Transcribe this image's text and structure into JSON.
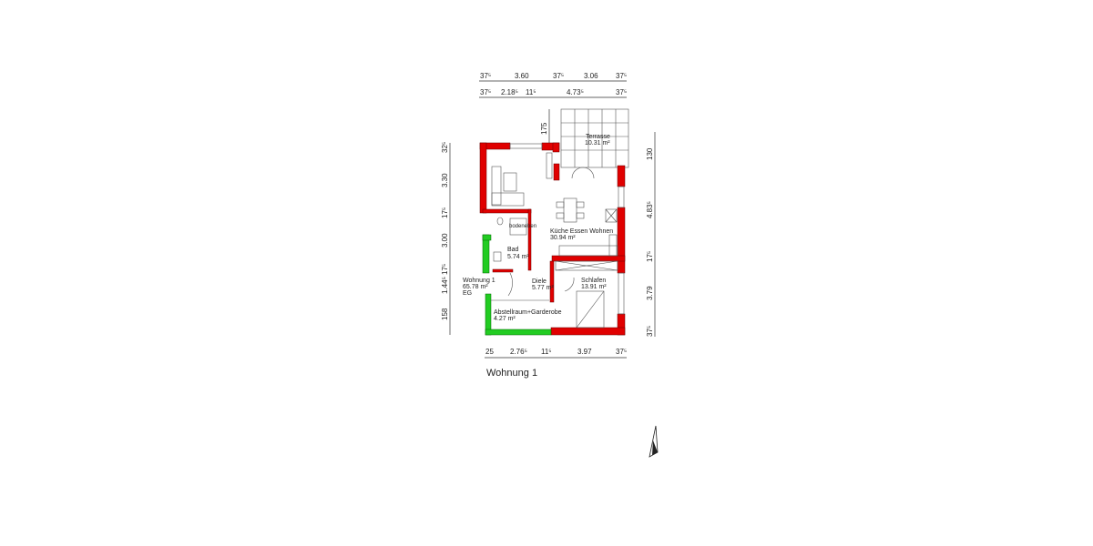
{
  "plan": {
    "title": "Wohnung 1",
    "colors": {
      "exterior_wall": "#e00000",
      "partition_wall": "#22cc22",
      "lines": "#333333"
    },
    "rooms": [
      {
        "name": "Terrasse",
        "area": "10.31 m²"
      },
      {
        "name": "Küche Essen Wohnen",
        "area": "30.94 m²"
      },
      {
        "name": "Bad",
        "area": "5.74 m²"
      },
      {
        "name": "Diele",
        "area": "5.77 m²"
      },
      {
        "name": "Schlafen",
        "area": "13.91 m²"
      },
      {
        "name": "Abstellraum+Garderobe",
        "area": "4.27 m²"
      }
    ],
    "shower_label": "bodeneben",
    "unit_label": {
      "name": "Wohnung 1",
      "area": "65.78 m²",
      "level": "EG"
    },
    "dims_top_row1": [
      "37⁵",
      "3.60",
      "37⁵",
      "3.06",
      "37⁵"
    ],
    "dims_top_row2": [
      "37⁵",
      "2.18⁵",
      "11⁵",
      "4.73⁵",
      "37⁵"
    ],
    "dims_left": [
      "32⁵",
      "3.30",
      "17⁵",
      "3.00",
      "17⁵",
      "1.44⁵",
      "158"
    ],
    "dims_right": [
      "130",
      "4.83⁵",
      "17⁵",
      "3.79",
      "37⁵"
    ],
    "dims_bottom": [
      "25",
      "2.76⁵",
      "11⁵",
      "3.97",
      "37⁵"
    ],
    "dim_terrace": "175"
  }
}
